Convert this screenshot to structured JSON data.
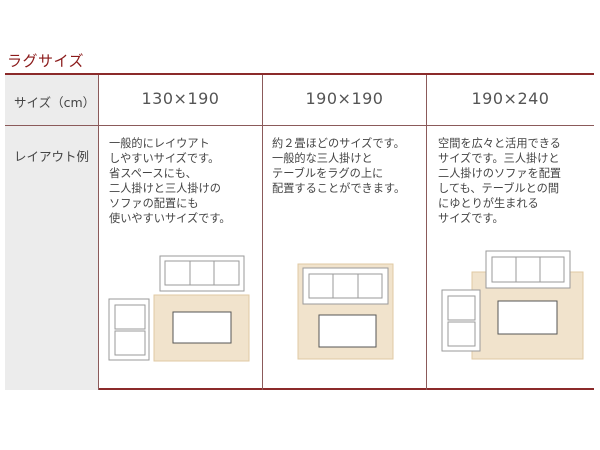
{
  "title": "ラグサイズ",
  "header": {
    "label": "サイズ（cm）",
    "sizes": [
      "130×190",
      "190×190",
      "190×240"
    ]
  },
  "body": {
    "label": "レイアウト例",
    "descriptions": [
      "一般的にレイウアト\nしやすいサイズです。\n省スペースにも、\n二人掛けと三人掛けの\nソファの配置にも\n使いやすいサイズです。",
      "約２畳ほどのサイズです。\n一般的な三人掛けと\nテーブルをラグの上に\n配置することができます。",
      "空間を広々と活用できる\nサイズです。三人掛けと\n二人掛けのソファを配置\nしても、テーブルとの間\nにゆとりが生まれる\nサイズです。"
    ]
  },
  "colors": {
    "title": "#8b1a1a",
    "border": "#8b2a2a",
    "label_bg": "#ececec",
    "rug": "#f1e3cc",
    "rug_border": "#e0c9a3",
    "furniture": "#9a9a9a"
  }
}
